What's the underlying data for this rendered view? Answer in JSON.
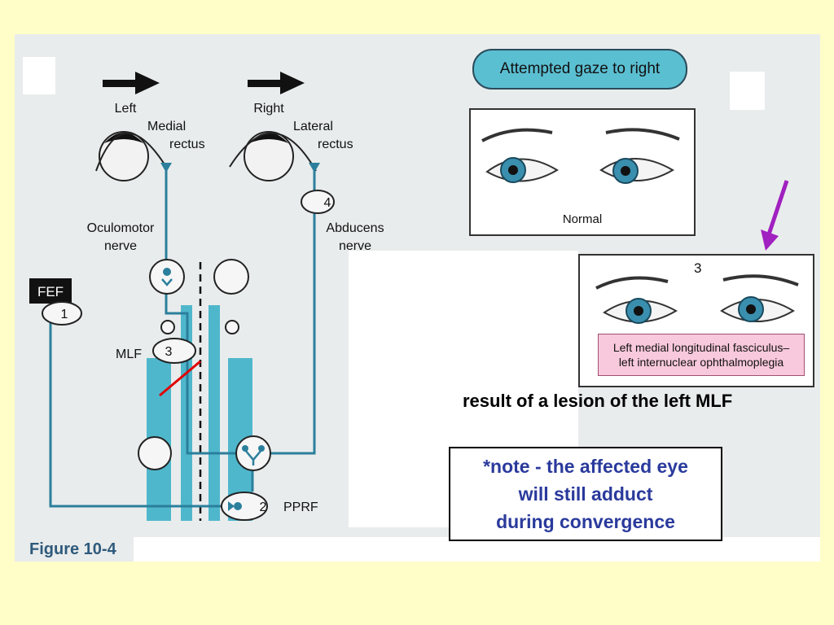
{
  "figure": {
    "label": "Figure 10-4",
    "arrow_left_text": "Left",
    "arrow_right_text": "Right",
    "left_muscle_line1": "Medial",
    "left_muscle_line2": "rectus",
    "right_muscle_line1": "Lateral",
    "right_muscle_line2": "rectus",
    "oculomotor_line1": "Oculomotor",
    "oculomotor_line2": "nerve",
    "abducens_line1": "Abducens",
    "abducens_line2": "nerve",
    "fef_label": "FEF",
    "mlf_label": "MLF",
    "pprf_label": "PPRF",
    "num_1": "1",
    "num_2": "2",
    "num_3": "3",
    "num_4": "4"
  },
  "gaze_panel": {
    "title": "Attempted gaze to right",
    "normal_label": "Normal",
    "lesion_number": "3",
    "lesion_caption_line1": "Left medial longitudinal fasciculus–",
    "lesion_caption_line2": "left internuclear ophthalmoplegia"
  },
  "slide_text": {
    "result": "result of a lesion of the left MLF",
    "note_line1": "*note - the affected eye",
    "note_line2": "will still adduct",
    "note_line3": "during convergence"
  },
  "colors": {
    "nerve": "#2b7f9c",
    "tract": "#4fb7cc",
    "lesion": "#e00000",
    "pointer": "#a020c0",
    "note_text": "#2a3a9c"
  }
}
